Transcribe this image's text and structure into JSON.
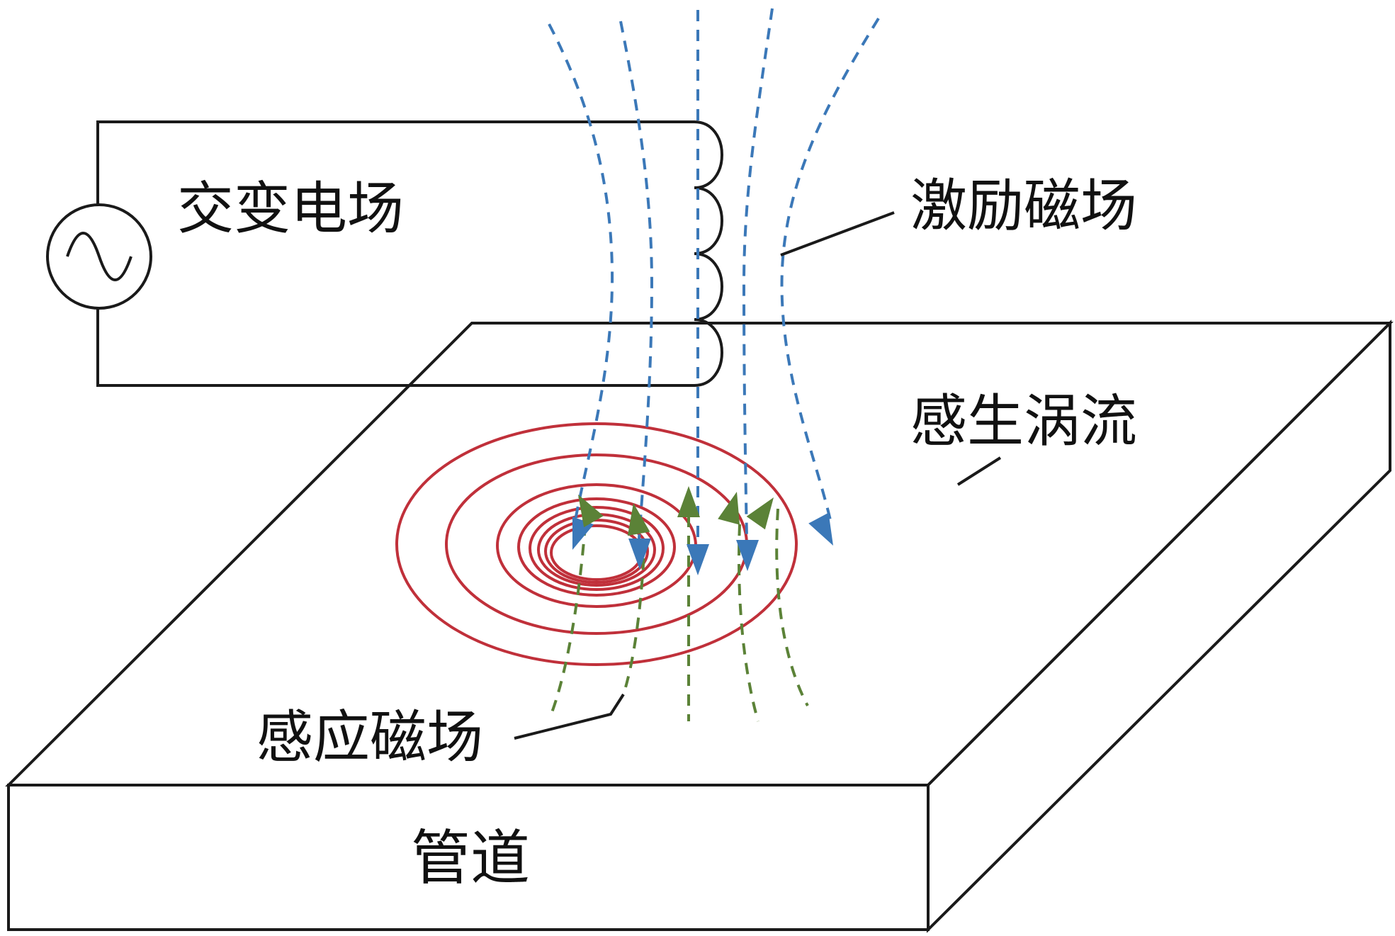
{
  "labels": {
    "ac_field": "交变电场",
    "excitation_field": "激励磁场",
    "eddy_current": "感生涡流",
    "induced_field": "感应磁场",
    "pipe": "管道"
  },
  "icons": {
    "source": "ac-source-icon",
    "coil": "coil-icon"
  },
  "colors": {
    "excitation_field": "#3b78b8",
    "induced_field": "#5b8237",
    "eddy_current": "#c0303a",
    "outline": "#1a1a1a"
  }
}
